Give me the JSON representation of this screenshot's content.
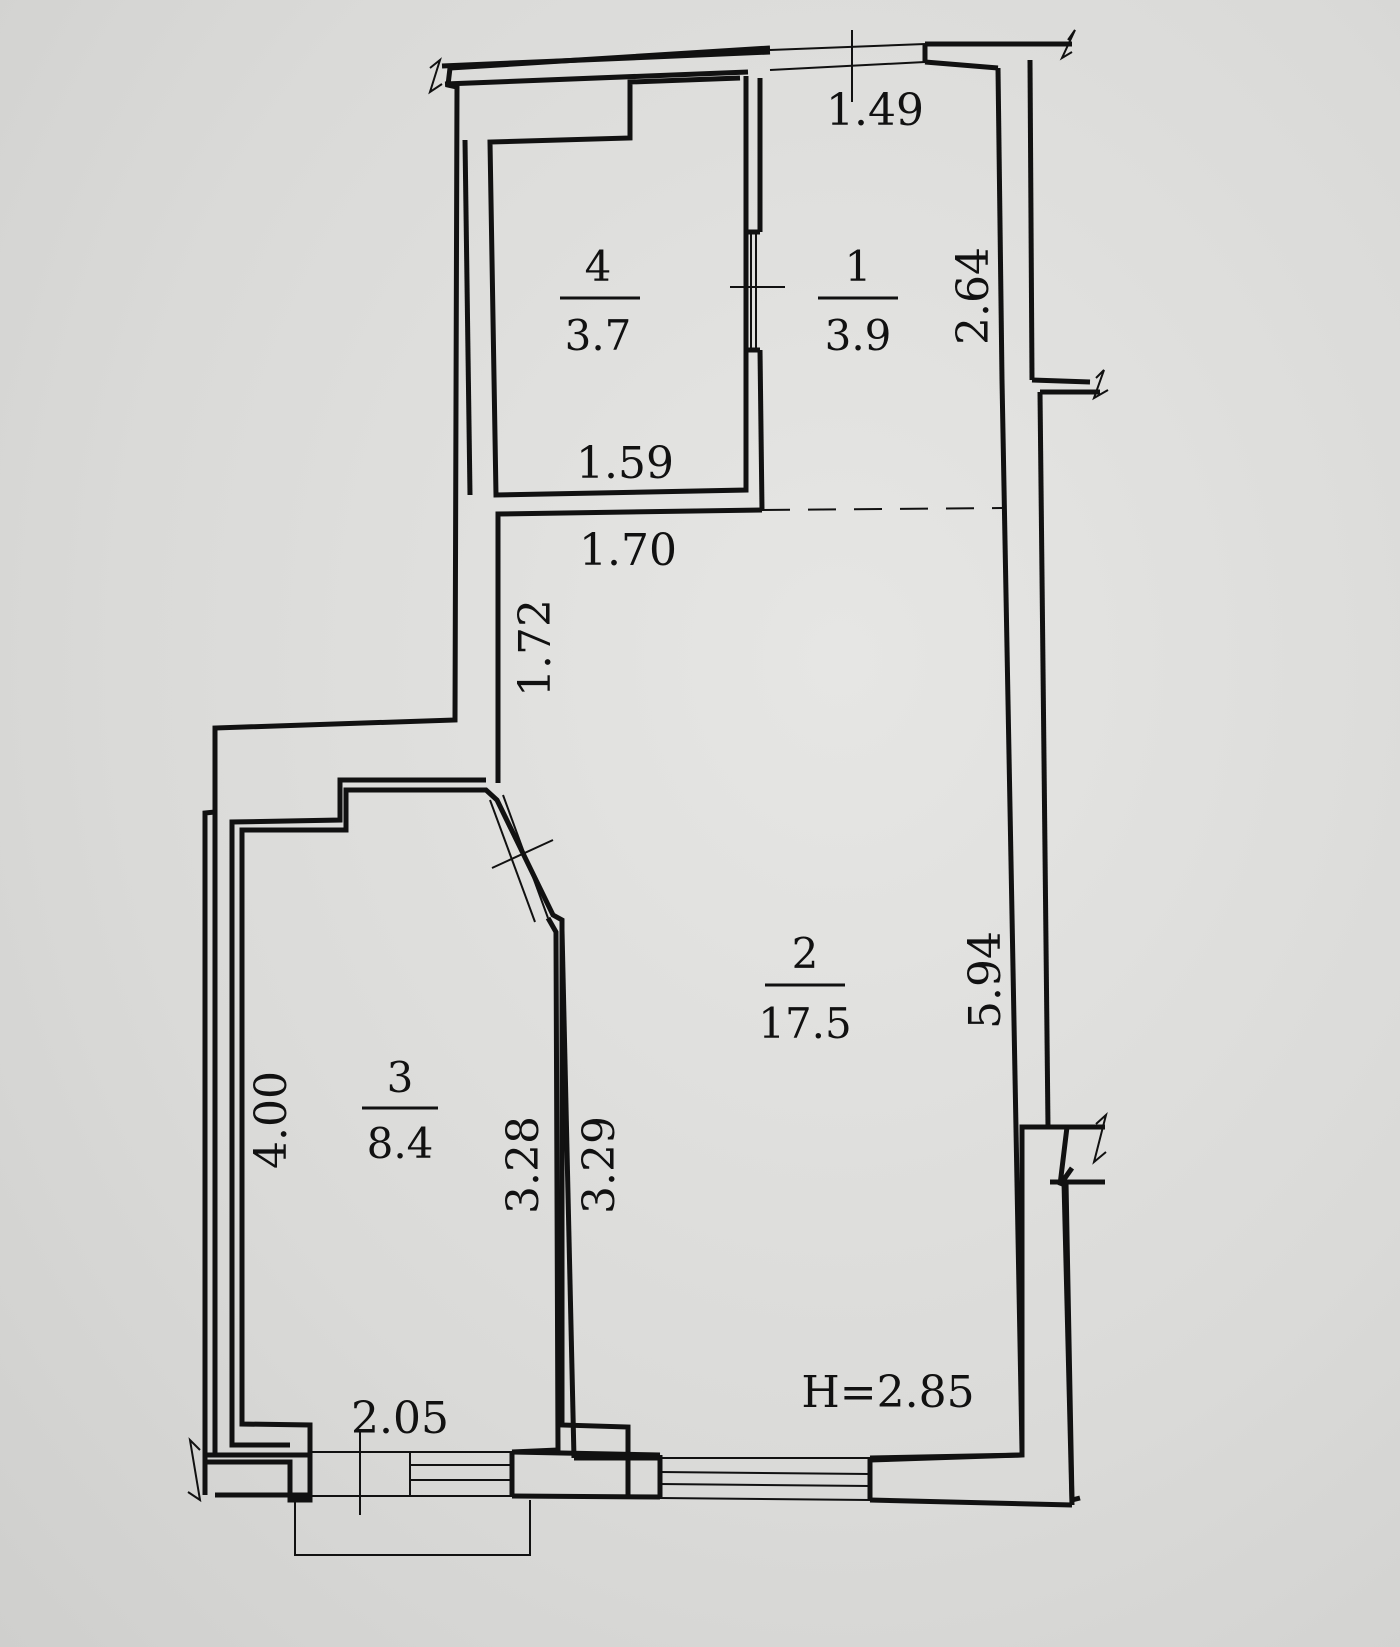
{
  "plan": {
    "rooms": [
      {
        "id": "1",
        "number": "1",
        "area": "3.9"
      },
      {
        "id": "2",
        "number": "2",
        "area": "17.5"
      },
      {
        "id": "3",
        "number": "3",
        "area": "8.4"
      },
      {
        "id": "4",
        "number": "4",
        "area": "3.7"
      }
    ],
    "dimensions": {
      "d1_49": "1.49",
      "d2_64": "2.64",
      "d1_59": "1.59",
      "d1_70": "1.70",
      "d1_72": "1.72",
      "d5_94": "5.94",
      "d4_00": "4.00",
      "d3_28": "3.28",
      "d3_29": "3.29",
      "d2_05": "2.05"
    },
    "ceiling_height": "H=2.85"
  }
}
